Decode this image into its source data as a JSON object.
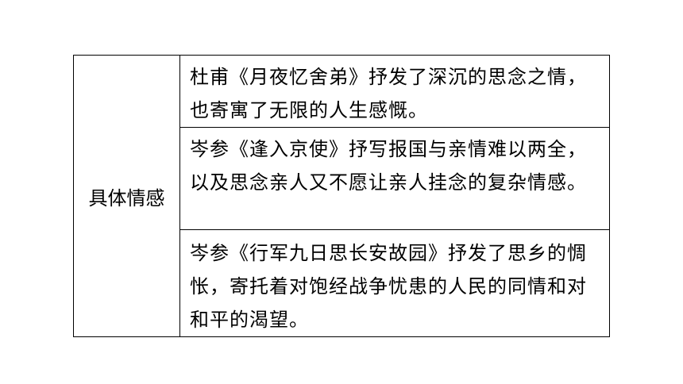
{
  "table": {
    "label": "具体情感",
    "rows": [
      "杜甫《月夜忆舍弟》抒发了深沉的思念之情，也寄寓了无限的人生感慨。",
      "岑参《逢入京使》抒写报国与亲情难以两全，以及思念亲人又不愿让亲人挂念的复杂情感。",
      "岑参《行军九日思长安故园》抒发了思乡的惆怅，寄托着对饱经战争忧患的人民的同情和对和平的渴望。"
    ]
  }
}
